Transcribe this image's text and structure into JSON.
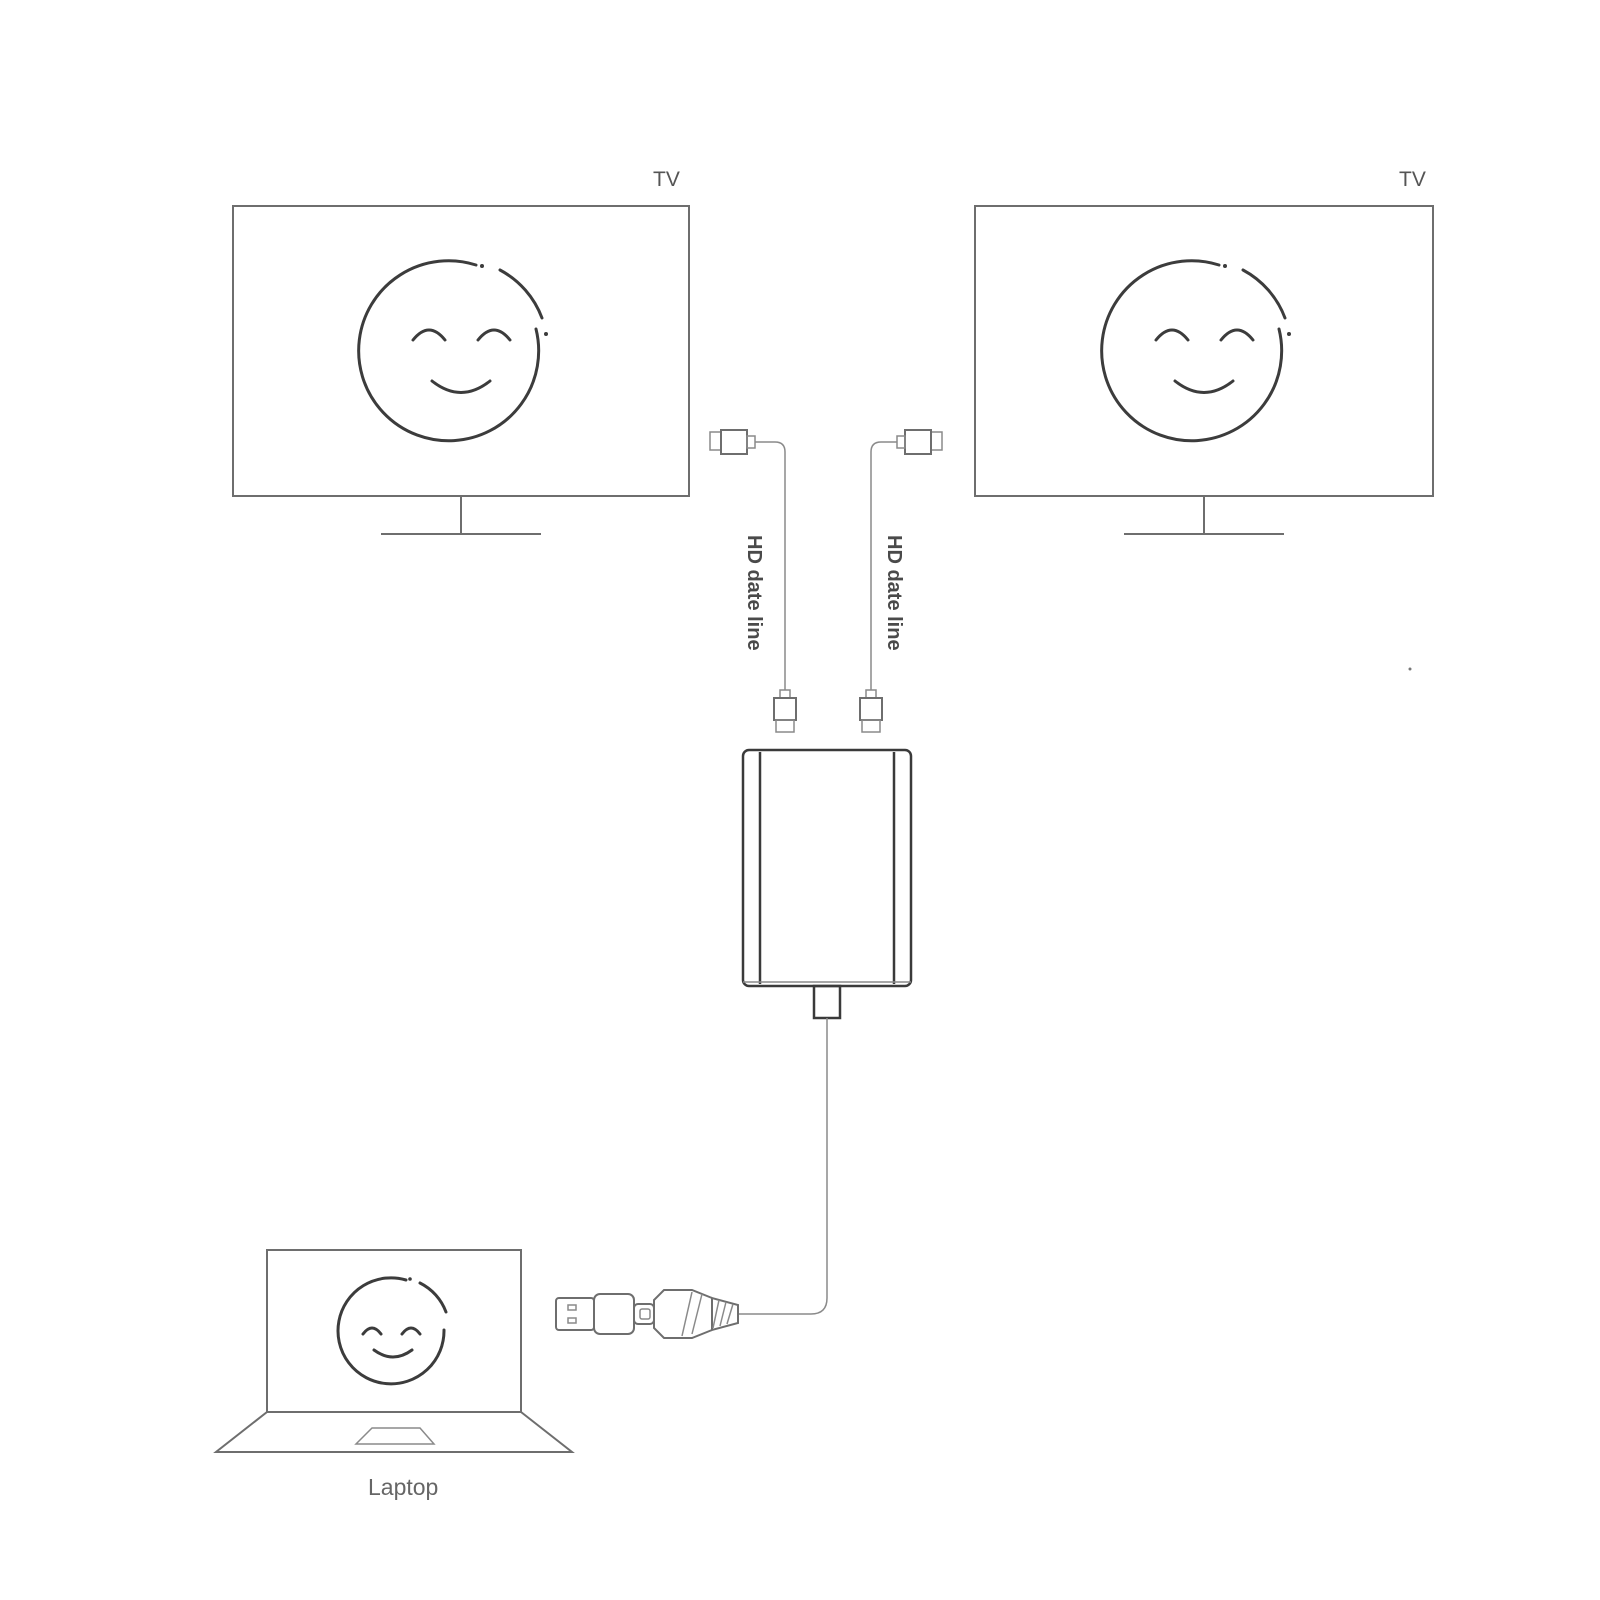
{
  "diagram": {
    "tv_left": {
      "label": "TV"
    },
    "tv_right": {
      "label": "TV"
    },
    "cable_left": {
      "label": "HD date line"
    },
    "cable_right": {
      "label": "HD date line"
    },
    "laptop": {
      "label": "Laptop"
    }
  },
  "colors": {
    "background": "#ffffff",
    "outline": "#6e6e6e",
    "dark_outline": "#3a3a3a",
    "label_text": "#555555"
  },
  "icons": [
    "smiley-face-icon",
    "tv-monitor-icon",
    "laptop-icon",
    "hdmi-plug-icon",
    "usb-plug-icon",
    "adapter-hub-icon"
  ]
}
